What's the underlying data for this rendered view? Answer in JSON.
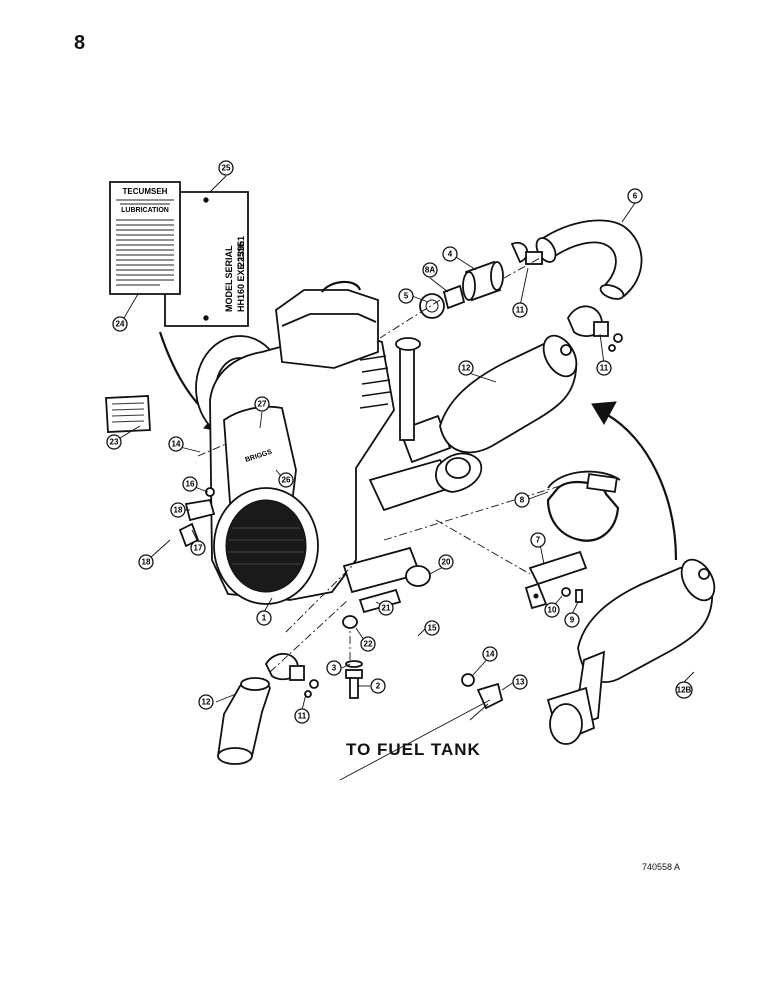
{
  "page": {
    "number": "8",
    "reference_code": "740558 A"
  },
  "labels": {
    "fuel_tank": "TO FUEL TANK"
  },
  "decal": {
    "brand": "TECUMSEH",
    "heading": "LUBRICATION",
    "serial_label": "SERIAL",
    "serial_value": "2251E",
    "model_label": "MODEL",
    "model_value": "HH160 EXE 13951"
  },
  "callouts": [
    "25",
    "6",
    "24",
    "4",
    "8A",
    "5",
    "11",
    "11",
    "12",
    "23",
    "27",
    "14",
    "26",
    "16",
    "18",
    "18",
    "17",
    "8",
    "7",
    "1",
    "20",
    "21",
    "15",
    "22",
    "10",
    "9",
    "3",
    "2",
    "14",
    "13",
    "12",
    "11",
    "12B"
  ]
}
